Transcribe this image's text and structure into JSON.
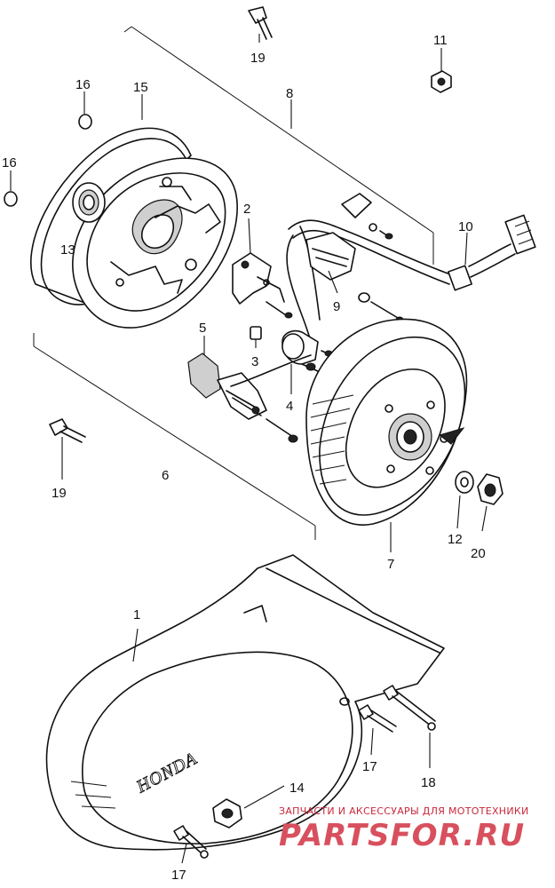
{
  "callouts": [
    "1",
    "2",
    "3",
    "4",
    "5",
    "6",
    "7",
    "8",
    "9",
    "10",
    "11",
    "12",
    "13",
    "14",
    "15",
    "16",
    "16",
    "17",
    "17",
    "18",
    "19",
    "19",
    "20"
  ],
  "cover_logo": "HONDA",
  "watermark": {
    "subtitle": "ЗАПЧАСТИ И АКСЕССУАРЫ ДЛЯ МОТОТЕХНИКИ",
    "brand": "PARTSFOR.RU"
  },
  "colors": {
    "line": "#111111",
    "watermark": "#d8505e"
  }
}
